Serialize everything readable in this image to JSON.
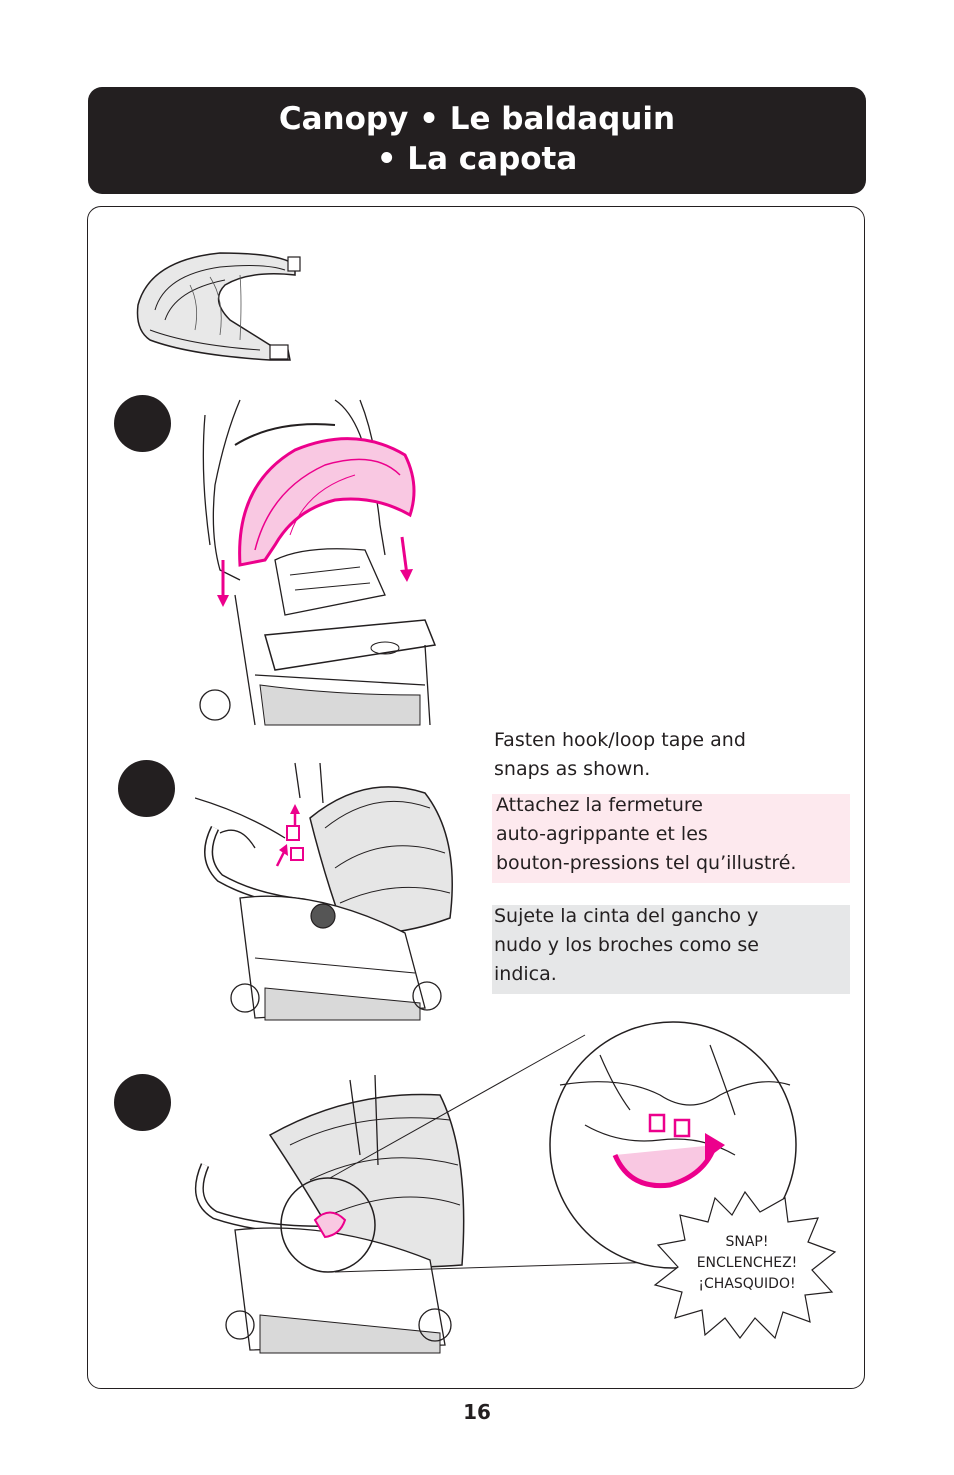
{
  "header": {
    "title_line1": "Canopy • Le baldaquin",
    "title_line2": "• La capota"
  },
  "steps": [
    {
      "label": ""
    },
    {
      "label": ""
    },
    {
      "label": ""
    }
  ],
  "instructions": {
    "english": "Fasten hook/loop tape and\nsnaps as shown.",
    "french": "Attachez la fermeture\nauto-agrippante et les\nbouton-pressions tel qu’illustré.",
    "spanish": "Sujete la cinta del gancho y\nnudo y los broches como se\nindica."
  },
  "callout": {
    "text": "SNAP!\nENCLENCHEZ!\n¡CHASQUIDO!"
  },
  "page_number": "16",
  "colors": {
    "dark": "#231f20",
    "accent": "#ec008c",
    "french_bg": "#fde9ee",
    "spanish_bg": "#e6e7e8"
  }
}
